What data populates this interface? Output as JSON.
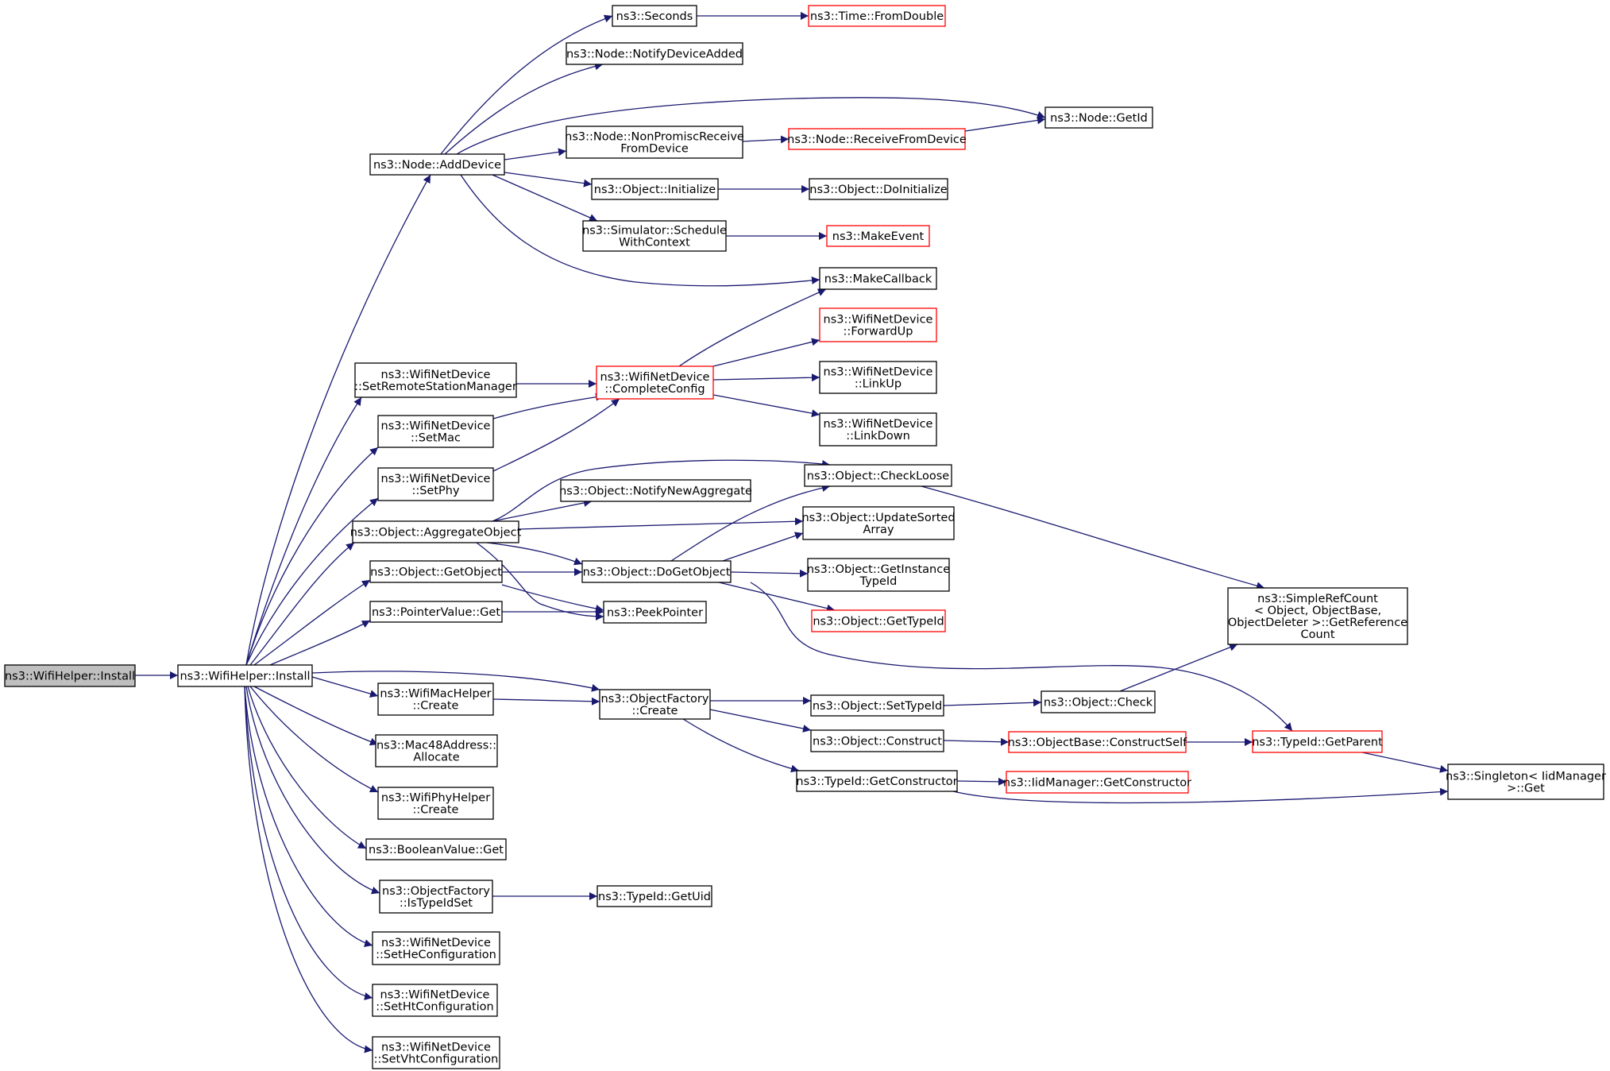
{
  "colors": {
    "edge": "#191970",
    "box_default": "#000000",
    "box_truncated": "#ff0000",
    "box_root_fill": "#bfbfbf"
  },
  "nodes": [
    {
      "id": "root",
      "lines": [
        "ns3::WifiHelper::Install"
      ],
      "style": "root"
    },
    {
      "id": "install",
      "lines": [
        "ns3::WifiHelper::Install"
      ],
      "style": "default"
    },
    {
      "id": "adddevice",
      "lines": [
        "ns3::Node::AddDevice"
      ],
      "style": "default"
    },
    {
      "id": "setrsm",
      "lines": [
        "ns3::WifiNetDevice",
        "::SetRemoteStationManager"
      ],
      "style": "default"
    },
    {
      "id": "setmac",
      "lines": [
        "ns3::WifiNetDevice",
        "::SetMac"
      ],
      "style": "default"
    },
    {
      "id": "setphy",
      "lines": [
        "ns3::WifiNetDevice",
        "::SetPhy"
      ],
      "style": "default"
    },
    {
      "id": "aggobj",
      "lines": [
        "ns3::Object::AggregateObject"
      ],
      "style": "default"
    },
    {
      "id": "getobject",
      "lines": [
        "ns3::Object::GetObject"
      ],
      "style": "default"
    },
    {
      "id": "ptrget",
      "lines": [
        "ns3::PointerValue::Get"
      ],
      "style": "default"
    },
    {
      "id": "machelper",
      "lines": [
        "ns3::WifiMacHelper",
        "::Create"
      ],
      "style": "default"
    },
    {
      "id": "mac48",
      "lines": [
        "ns3::Mac48Address::",
        "Allocate"
      ],
      "style": "default"
    },
    {
      "id": "phyhelper",
      "lines": [
        "ns3::WifiPhyHelper",
        "::Create"
      ],
      "style": "default"
    },
    {
      "id": "boolget",
      "lines": [
        "ns3::BooleanValue::Get"
      ],
      "style": "default"
    },
    {
      "id": "istypeidset",
      "lines": [
        "ns3::ObjectFactory",
        "::IsTypeIdSet"
      ],
      "style": "default"
    },
    {
      "id": "sethe",
      "lines": [
        "ns3::WifiNetDevice",
        "::SetHeConfiguration"
      ],
      "style": "default"
    },
    {
      "id": "setht",
      "lines": [
        "ns3::WifiNetDevice",
        "::SetHtConfiguration"
      ],
      "style": "default"
    },
    {
      "id": "setvht",
      "lines": [
        "ns3::WifiNetDevice",
        "::SetVhtConfiguration"
      ],
      "style": "default"
    },
    {
      "id": "seconds",
      "lines": [
        "ns3::Seconds"
      ],
      "style": "default"
    },
    {
      "id": "notifyadded",
      "lines": [
        "ns3::Node::NotifyDeviceAdded"
      ],
      "style": "default"
    },
    {
      "id": "nonpromisc",
      "lines": [
        "ns3::Node::NonPromiscReceive",
        "FromDevice"
      ],
      "style": "default"
    },
    {
      "id": "initialize",
      "lines": [
        "ns3::Object::Initialize"
      ],
      "style": "default"
    },
    {
      "id": "schedule",
      "lines": [
        "ns3::Simulator::Schedule",
        "WithContext"
      ],
      "style": "default"
    },
    {
      "id": "completeconfig",
      "lines": [
        "ns3::WifiNetDevice",
        "::CompleteConfig"
      ],
      "style": "truncated"
    },
    {
      "id": "notifynewagg",
      "lines": [
        "ns3::Object::NotifyNewAggregate"
      ],
      "style": "default"
    },
    {
      "id": "dogetobject",
      "lines": [
        "ns3::Object::DoGetObject"
      ],
      "style": "default"
    },
    {
      "id": "peekpointer",
      "lines": [
        "ns3::PeekPointer"
      ],
      "style": "default"
    },
    {
      "id": "ofcreate",
      "lines": [
        "ns3::ObjectFactory",
        "::Create"
      ],
      "style": "default"
    },
    {
      "id": "gettypeiduid",
      "lines": [
        "ns3::TypeId::GetUid"
      ],
      "style": "default"
    },
    {
      "id": "fromdouble",
      "lines": [
        "ns3::Time::FromDouble"
      ],
      "style": "truncated"
    },
    {
      "id": "getid",
      "lines": [
        "ns3::Node::GetId"
      ],
      "style": "default"
    },
    {
      "id": "receivefromdevice",
      "lines": [
        "ns3::Node::ReceiveFromDevice"
      ],
      "style": "truncated"
    },
    {
      "id": "doinitialize",
      "lines": [
        "ns3::Object::DoInitialize"
      ],
      "style": "default"
    },
    {
      "id": "makeevent",
      "lines": [
        "ns3::MakeEvent"
      ],
      "style": "truncated"
    },
    {
      "id": "makecallback",
      "lines": [
        "ns3::MakeCallback"
      ],
      "style": "default"
    },
    {
      "id": "forwardup",
      "lines": [
        "ns3::WifiNetDevice",
        "::ForwardUp"
      ],
      "style": "truncated"
    },
    {
      "id": "linkup",
      "lines": [
        "ns3::WifiNetDevice",
        "::LinkUp"
      ],
      "style": "default"
    },
    {
      "id": "linkdown",
      "lines": [
        "ns3::WifiNetDevice",
        "::LinkDown"
      ],
      "style": "default"
    },
    {
      "id": "checkloose",
      "lines": [
        "ns3::Object::CheckLoose"
      ],
      "style": "default"
    },
    {
      "id": "updatesorted",
      "lines": [
        "ns3::Object::UpdateSorted",
        "Array"
      ],
      "style": "default"
    },
    {
      "id": "getinstancetypeid",
      "lines": [
        "ns3::Object::GetInstance",
        "TypeId"
      ],
      "style": "default"
    },
    {
      "id": "gettypeid",
      "lines": [
        "ns3::Object::GetTypeId"
      ],
      "style": "truncated"
    },
    {
      "id": "settypeid",
      "lines": [
        "ns3::Object::SetTypeId"
      ],
      "style": "default"
    },
    {
      "id": "construct",
      "lines": [
        "ns3::Object::Construct"
      ],
      "style": "default"
    },
    {
      "id": "getconstructor",
      "lines": [
        "ns3::TypeId::GetConstructor"
      ],
      "style": "default"
    },
    {
      "id": "check",
      "lines": [
        "ns3::Object::Check"
      ],
      "style": "default"
    },
    {
      "id": "constructself",
      "lines": [
        "ns3::ObjectBase::ConstructSelf"
      ],
      "style": "truncated"
    },
    {
      "id": "iidgetconstructor",
      "lines": [
        "ns3::IidManager::GetConstructor"
      ],
      "style": "truncated"
    },
    {
      "id": "simplerefcount",
      "lines": [
        "ns3::SimpleRefCount",
        "< Object, ObjectBase,",
        " ObjectDeleter >::GetReference",
        "Count"
      ],
      "style": "default"
    },
    {
      "id": "getparent",
      "lines": [
        "ns3::TypeId::GetParent"
      ],
      "style": "truncated"
    },
    {
      "id": "singletonget",
      "lines": [
        "ns3::Singleton< IidManager",
        " >::Get"
      ],
      "style": "default"
    }
  ]
}
